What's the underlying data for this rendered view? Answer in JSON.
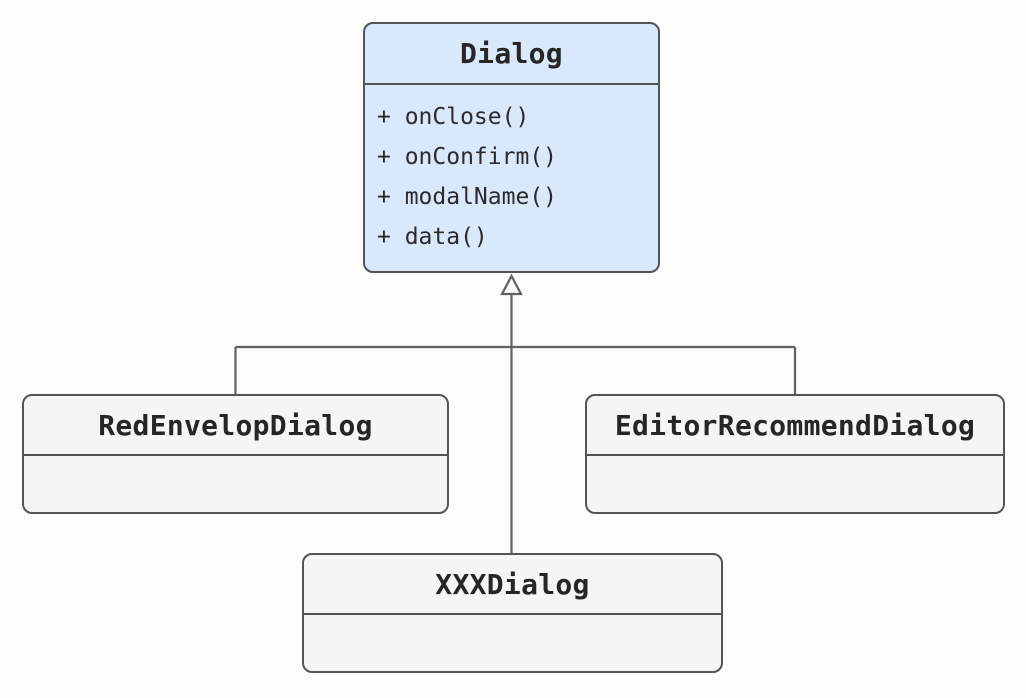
{
  "diagram": {
    "type": "uml-class-diagram",
    "classes": [
      {
        "id": "dialog",
        "name": "Dialog",
        "members": [
          "+ onClose()",
          "+ onConfirm()",
          "+ modalName()",
          "+ data()"
        ]
      },
      {
        "id": "red-envelop-dialog",
        "name": "RedEnvelopDialog",
        "members": []
      },
      {
        "id": "editor-recommend-dialog",
        "name": "EditorRecommendDialog",
        "members": []
      },
      {
        "id": "xxx-dialog",
        "name": "XXXDialog",
        "members": []
      }
    ],
    "relations": [
      {
        "from": "RedEnvelopDialog",
        "to": "Dialog",
        "type": "inheritance"
      },
      {
        "from": "EditorRecommendDialog",
        "to": "Dialog",
        "type": "inheritance"
      },
      {
        "from": "XXXDialog",
        "to": "Dialog",
        "type": "inheritance"
      }
    ],
    "colors": {
      "parent_fill": "#dae8fc",
      "child_fill": "#f5f5f5",
      "border": "#545454",
      "connector": "#616161",
      "text": "#262626",
      "background": "#fcfcfb"
    }
  }
}
